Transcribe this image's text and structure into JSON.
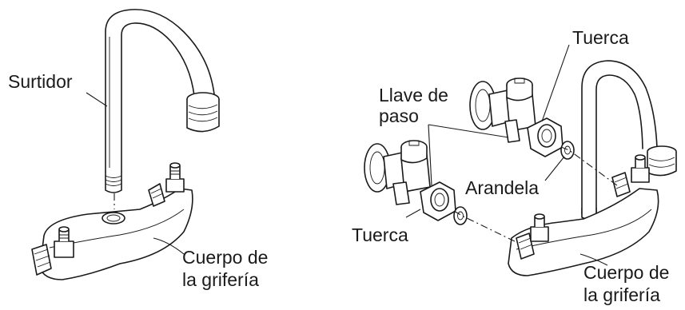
{
  "labels": {
    "spout": "Surtidor",
    "faucet_body_left": [
      "Cuerpo de",
      "la grifería"
    ],
    "stop_valve": [
      "Llave de",
      "paso"
    ],
    "nut_bottom": "Tuerca",
    "nut_top": "Tuerca",
    "washer": "Arandela",
    "faucet_body_right": [
      "Cuerpo de",
      "la grifería"
    ]
  }
}
